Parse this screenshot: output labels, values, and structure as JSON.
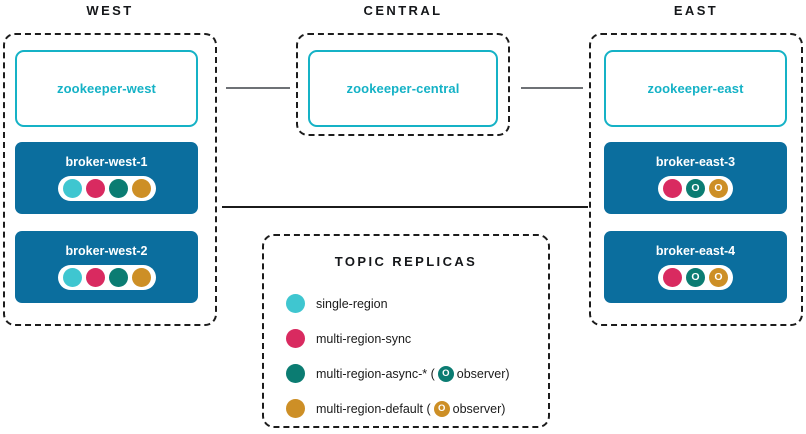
{
  "colors": {
    "single_region": "#3fc6d0",
    "multi_region_sync": "#d92a60",
    "multi_region_async": "#0b7c72",
    "multi_region_default": "#cd8f26",
    "broker_fill": "#0b6e9e",
    "zookeeper_stroke": "#15b2c6",
    "region_border": "#1c1c1c",
    "connector_gray": "#6e7175",
    "connector_dark": "#1b1b1b"
  },
  "regions": [
    {
      "id": "west",
      "title": "WEST",
      "zookeeper": {
        "label": "zookeeper-west",
        "name": "zookeeper-west-node"
      },
      "brokers": [
        {
          "label": "broker-west-1",
          "replicas": [
            {
              "type": "single-region",
              "color": "#3fc6d0",
              "observer": false,
              "glyph": ""
            },
            {
              "type": "multi-region-sync",
              "color": "#d92a60",
              "observer": false,
              "glyph": ""
            },
            {
              "type": "multi-region-async",
              "color": "#0b7c72",
              "observer": false,
              "glyph": ""
            },
            {
              "type": "multi-region-default",
              "color": "#cd8f26",
              "observer": false,
              "glyph": ""
            }
          ]
        },
        {
          "label": "broker-west-2",
          "replicas": [
            {
              "type": "single-region",
              "color": "#3fc6d0",
              "observer": false,
              "glyph": ""
            },
            {
              "type": "multi-region-sync",
              "color": "#d92a60",
              "observer": false,
              "glyph": ""
            },
            {
              "type": "multi-region-async",
              "color": "#0b7c72",
              "observer": false,
              "glyph": ""
            },
            {
              "type": "multi-region-default",
              "color": "#cd8f26",
              "observer": false,
              "glyph": ""
            }
          ]
        }
      ]
    },
    {
      "id": "central",
      "title": "CENTRAL",
      "zookeeper": {
        "label": "zookeeper-central",
        "name": "zookeeper-central-node"
      },
      "brokers": []
    },
    {
      "id": "east",
      "title": "EAST",
      "zookeeper": {
        "label": "zookeeper-east",
        "name": "zookeeper-east-node"
      },
      "brokers": [
        {
          "label": "broker-east-3",
          "replicas": [
            {
              "type": "multi-region-sync",
              "color": "#d92a60",
              "observer": false,
              "glyph": ""
            },
            {
              "type": "multi-region-async",
              "color": "#0b7c72",
              "observer": true,
              "glyph": "O"
            },
            {
              "type": "multi-region-default",
              "color": "#cd8f26",
              "observer": true,
              "glyph": "O"
            }
          ]
        },
        {
          "label": "broker-east-4",
          "replicas": [
            {
              "type": "multi-region-sync",
              "color": "#d92a60",
              "observer": false,
              "glyph": ""
            },
            {
              "type": "multi-region-async",
              "color": "#0b7c72",
              "observer": true,
              "glyph": "O"
            },
            {
              "type": "multi-region-default",
              "color": "#cd8f26",
              "observer": true,
              "glyph": "O"
            }
          ]
        }
      ]
    }
  ],
  "connectors": [
    {
      "name": "zk-west-to-central-link",
      "style": "gray"
    },
    {
      "name": "zk-central-to-east-link",
      "style": "gray"
    },
    {
      "name": "broker-west-to-east-link",
      "style": "dark"
    }
  ],
  "legend": {
    "title": "TOPIC REPLICAS",
    "items": [
      {
        "color": "#3fc6d0",
        "label": "single-region",
        "has_observer": false,
        "prefix": "",
        "observer_glyph": "",
        "suffix": ""
      },
      {
        "color": "#d92a60",
        "label": "multi-region-sync",
        "has_observer": false,
        "prefix": "",
        "observer_glyph": "",
        "suffix": ""
      },
      {
        "color": "#0b7c72",
        "label": "multi-region-async-*",
        "has_observer": true,
        "prefix": "multi-region-async-* (",
        "observer_glyph": "O",
        "suffix": "observer)"
      },
      {
        "color": "#cd8f26",
        "label": "multi-region-default",
        "has_observer": true,
        "prefix": "multi-region-default (",
        "observer_glyph": "O",
        "suffix": "observer)"
      }
    ]
  }
}
